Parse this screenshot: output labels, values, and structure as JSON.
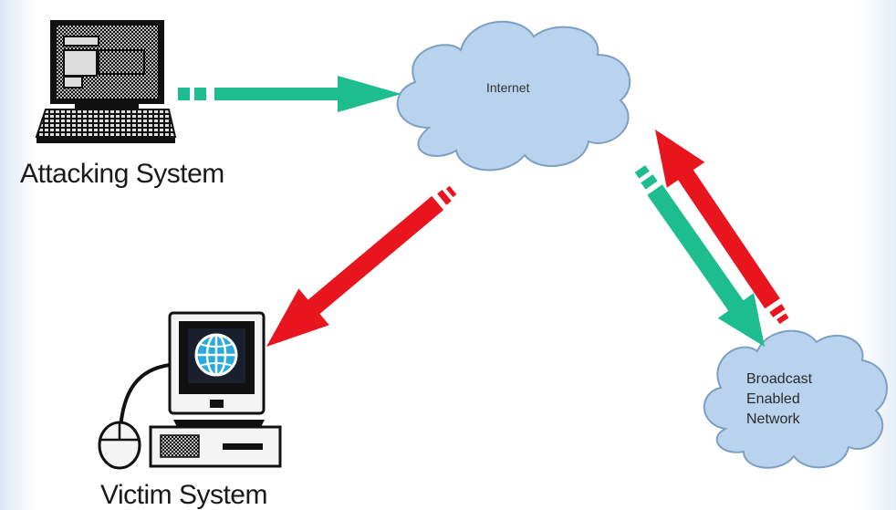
{
  "nodes": {
    "attacker": {
      "label": "Attacking System"
    },
    "victim": {
      "label": "Victim System"
    },
    "internet": {
      "label": "Internet"
    },
    "broadcast": {
      "label_lines": [
        "Broadcast",
        "Enabled",
        "Network"
      ]
    }
  },
  "colors": {
    "request_arrow": "#1dbd8f",
    "reply_arrow": "#e8141e",
    "cloud_fill": "#b9d3ee",
    "cloud_stroke": "#7d9fc4"
  },
  "icons": {
    "attacker": "computer-terminal-icon",
    "victim": "desktop-computer-icon",
    "globe": "globe-icon",
    "mouse": "mouse-icon"
  }
}
